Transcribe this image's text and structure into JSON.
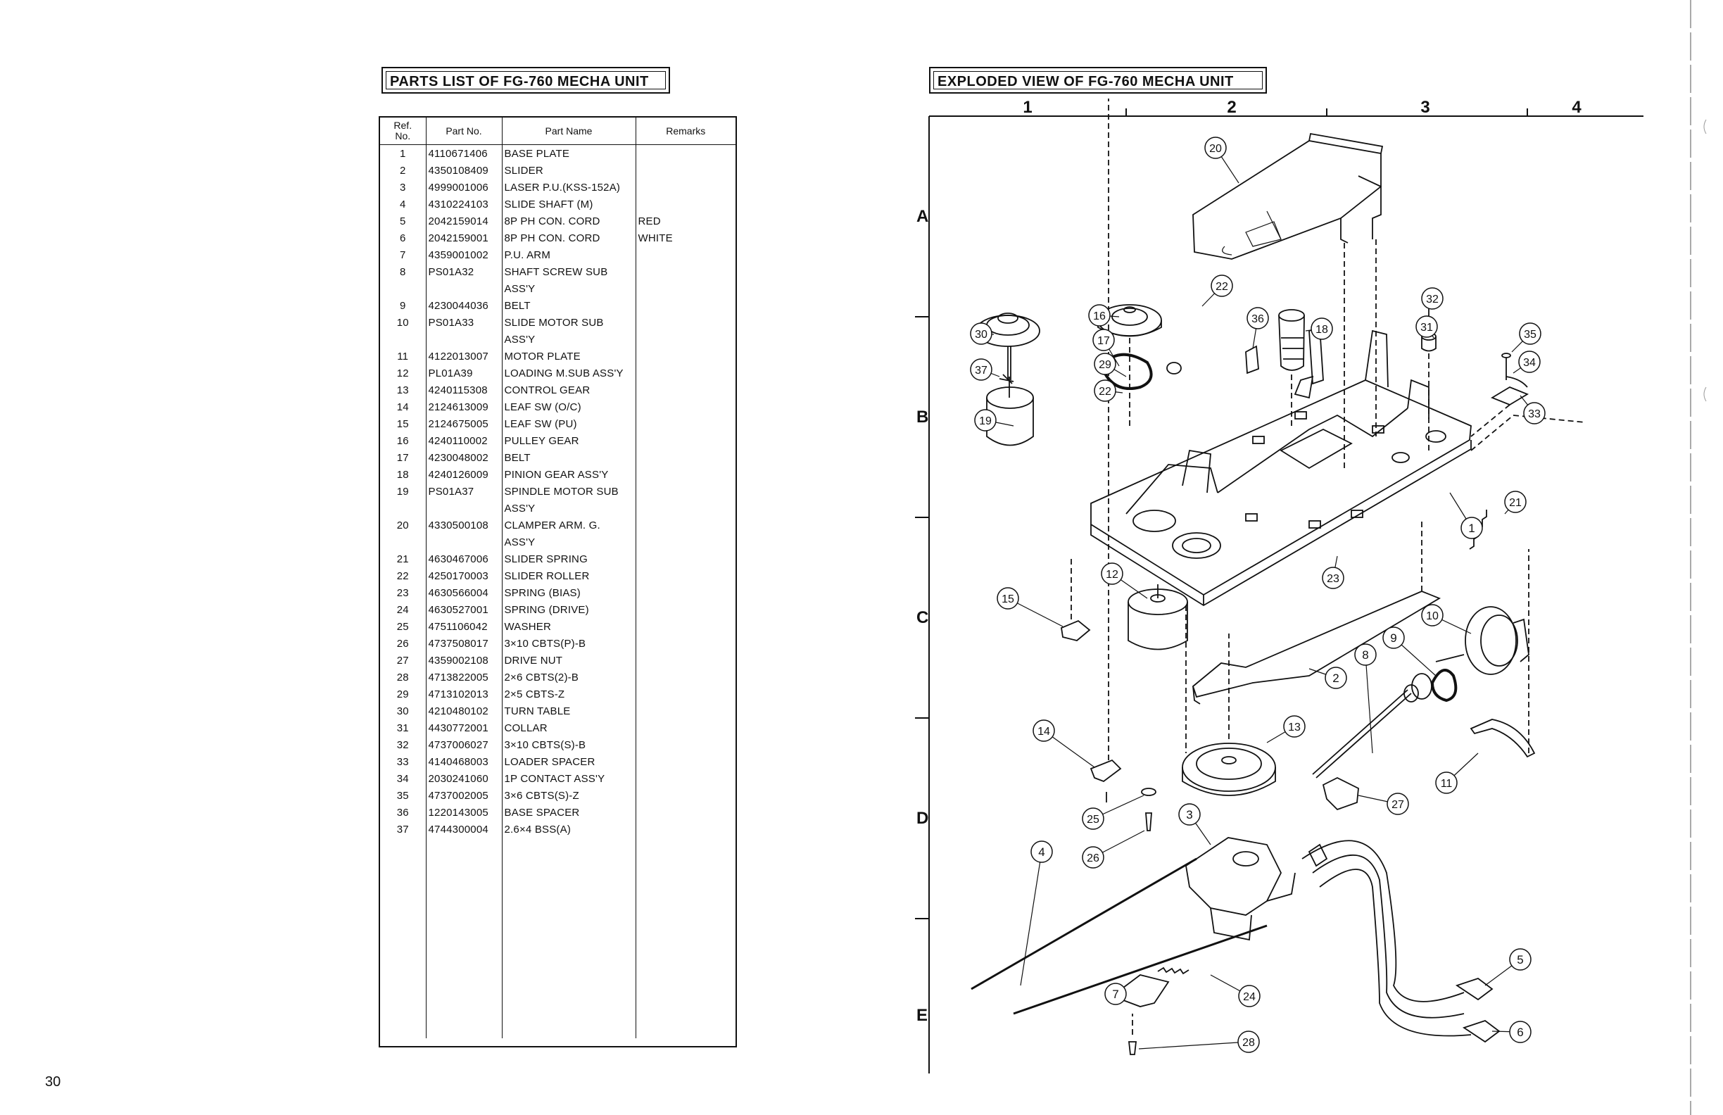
{
  "page_number": "30",
  "parts_list": {
    "title": "PARTS LIST OF FG-760 MECHA UNIT",
    "headers": {
      "ref": "Ref.\nNo.",
      "part_no": "Part No.",
      "part_name": "Part Name",
      "remarks": "Remarks"
    },
    "rows": [
      {
        "ref": "1",
        "part_no": "4110671406",
        "name": "BASE PLATE",
        "remarks": ""
      },
      {
        "ref": "2",
        "part_no": "4350108409",
        "name": "SLIDER",
        "remarks": ""
      },
      {
        "ref": "3",
        "part_no": "4999001006",
        "name": "LASER P.U.(KSS-152A)",
        "remarks": ""
      },
      {
        "ref": "4",
        "part_no": "4310224103",
        "name": "SLIDE SHAFT (M)",
        "remarks": ""
      },
      {
        "ref": "5",
        "part_no": "2042159014",
        "name": "8P PH CON. CORD",
        "remarks": "RED"
      },
      {
        "ref": "6",
        "part_no": "2042159001",
        "name": "8P PH CON. CORD",
        "remarks": "WHITE"
      },
      {
        "ref": "7",
        "part_no": "4359001002",
        "name": "P.U. ARM",
        "remarks": ""
      },
      {
        "ref": "8",
        "part_no": "PS01A32",
        "name": "SHAFT SCREW SUB",
        "remarks": ""
      },
      {
        "ref": "",
        "part_no": "",
        "name": "ASS'Y",
        "remarks": ""
      },
      {
        "ref": "9",
        "part_no": "4230044036",
        "name": "BELT",
        "remarks": ""
      },
      {
        "ref": "10",
        "part_no": "PS01A33",
        "name": "SLIDE MOTOR SUB",
        "remarks": ""
      },
      {
        "ref": "",
        "part_no": "",
        "name": "ASS'Y",
        "remarks": ""
      },
      {
        "ref": "11",
        "part_no": "4122013007",
        "name": "MOTOR PLATE",
        "remarks": ""
      },
      {
        "ref": "12",
        "part_no": "PL01A39",
        "name": "LOADING M.SUB ASS'Y",
        "remarks": ""
      },
      {
        "ref": "13",
        "part_no": "4240115308",
        "name": "CONTROL GEAR",
        "remarks": ""
      },
      {
        "ref": "14",
        "part_no": "2124613009",
        "name": "LEAF SW (O/C)",
        "remarks": ""
      },
      {
        "ref": "15",
        "part_no": "2124675005",
        "name": "LEAF SW (PU)",
        "remarks": ""
      },
      {
        "ref": "16",
        "part_no": "4240110002",
        "name": "PULLEY GEAR",
        "remarks": ""
      },
      {
        "ref": "17",
        "part_no": "4230048002",
        "name": "BELT",
        "remarks": ""
      },
      {
        "ref": "18",
        "part_no": "4240126009",
        "name": "PINION GEAR ASS'Y",
        "remarks": ""
      },
      {
        "ref": "19",
        "part_no": "PS01A37",
        "name": "SPINDLE MOTOR SUB",
        "remarks": ""
      },
      {
        "ref": "",
        "part_no": "",
        "name": "ASS'Y",
        "remarks": ""
      },
      {
        "ref": "20",
        "part_no": "4330500108",
        "name": "CLAMPER ARM. G.",
        "remarks": ""
      },
      {
        "ref": "",
        "part_no": "",
        "name": "ASS'Y",
        "remarks": ""
      },
      {
        "ref": "21",
        "part_no": "4630467006",
        "name": "SLIDER SPRING",
        "remarks": ""
      },
      {
        "ref": "22",
        "part_no": "4250170003",
        "name": "SLIDER ROLLER",
        "remarks": ""
      },
      {
        "ref": "23",
        "part_no": "4630566004",
        "name": "SPRING (BIAS)",
        "remarks": ""
      },
      {
        "ref": "24",
        "part_no": "4630527001",
        "name": "SPRING (DRIVE)",
        "remarks": ""
      },
      {
        "ref": "25",
        "part_no": "4751106042",
        "name": "WASHER",
        "remarks": ""
      },
      {
        "ref": "26",
        "part_no": "4737508017",
        "name": "3×10 CBTS(P)-B",
        "remarks": ""
      },
      {
        "ref": "27",
        "part_no": "4359002108",
        "name": "DRIVE NUT",
        "remarks": ""
      },
      {
        "ref": "28",
        "part_no": "4713822005",
        "name": "2×6 CBTS(2)-B",
        "remarks": ""
      },
      {
        "ref": "29",
        "part_no": "4713102013",
        "name": "2×5 CBTS-Z",
        "remarks": ""
      },
      {
        "ref": "30",
        "part_no": "4210480102",
        "name": "TURN TABLE",
        "remarks": ""
      },
      {
        "ref": "31",
        "part_no": "4430772001",
        "name": "COLLAR",
        "remarks": ""
      },
      {
        "ref": "32",
        "part_no": "4737006027",
        "name": "3×10 CBTS(S)-B",
        "remarks": ""
      },
      {
        "ref": "33",
        "part_no": "4140468003",
        "name": "LOADER SPACER",
        "remarks": ""
      },
      {
        "ref": "34",
        "part_no": "2030241060",
        "name": "1P CONTACT ASS'Y",
        "remarks": ""
      },
      {
        "ref": "35",
        "part_no": "4737002005",
        "name": "3×6 CBTS(S)-Z",
        "remarks": ""
      },
      {
        "ref": "36",
        "part_no": "1220143005",
        "name": "BASE SPACER",
        "remarks": ""
      },
      {
        "ref": "37",
        "part_no": "4744300004",
        "name": "2.6×4 BSS(A)",
        "remarks": ""
      }
    ]
  },
  "exploded_view": {
    "title": "EXPLODED VIEW OF FG-760 MECHA UNIT",
    "grid_columns": [
      "1",
      "2",
      "3",
      "4"
    ],
    "grid_rows": [
      "A",
      "B",
      "C",
      "D",
      "E"
    ],
    "callouts": [
      "1",
      "2",
      "3",
      "4",
      "5",
      "6",
      "7",
      "8",
      "9",
      "10",
      "11",
      "12",
      "13",
      "14",
      "15",
      "16",
      "17",
      "18",
      "19",
      "20",
      "21",
      "22",
      "22",
      "23",
      "24",
      "25",
      "26",
      "27",
      "28",
      "29",
      "30",
      "31",
      "32",
      "33",
      "34",
      "35",
      "36",
      "37"
    ]
  }
}
